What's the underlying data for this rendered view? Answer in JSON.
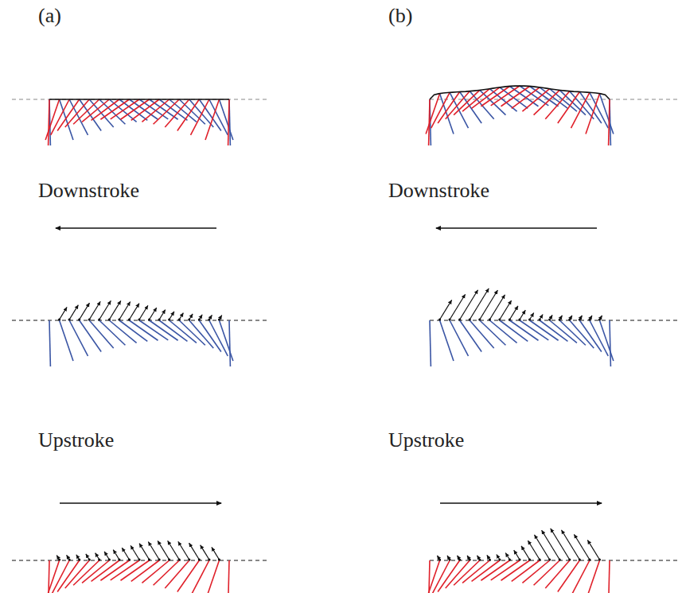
{
  "diagram": {
    "labels": [
      "(a)",
      "(b)",
      "Downstroke",
      "Downstroke",
      "Upstroke",
      "Upstroke"
    ]
  }
}
